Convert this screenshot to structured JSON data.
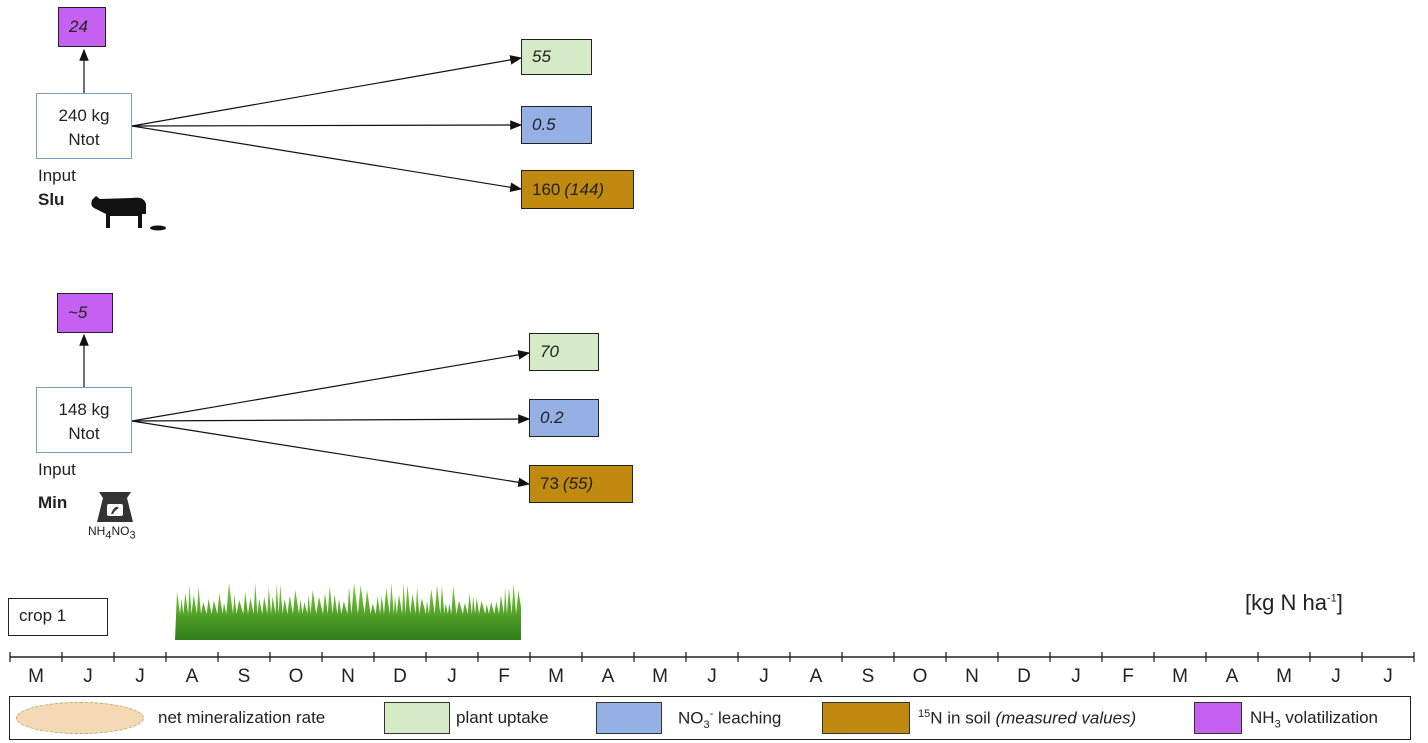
{
  "slurry": {
    "input_line1": "240 kg",
    "input_line2": "Ntot",
    "caption": "Input",
    "name": "Slu",
    "volatilization": "24",
    "uptake": "55",
    "leaching": "0.5",
    "soil_value": "160",
    "soil_measured": "(144)"
  },
  "mineral": {
    "input_line1": "148 kg",
    "input_line2": "Ntot",
    "caption": "Input",
    "name": "Min",
    "volatilization": "~5",
    "uptake": "70",
    "leaching": "0.2",
    "soil_value": "73",
    "soil_measured": "(55)",
    "fertilizer_label": "NH4NO3"
  },
  "crop_label": "crop 1",
  "unit_label": "[kg N ha-1]",
  "months": [
    "M",
    "J",
    "J",
    "A",
    "S",
    "O",
    "N",
    "D",
    "J",
    "F",
    "M",
    "A",
    "M",
    "J",
    "J",
    "A",
    "S",
    "O",
    "N",
    "D",
    "J",
    "F",
    "M",
    "A",
    "M",
    "J",
    "J"
  ],
  "legend": {
    "mineralization": "net mineralization rate",
    "uptake": "plant uptake",
    "leaching": "NO3- leaching",
    "soil": "15N in soil (measured values)",
    "volatilization": "NH3 volatilization"
  },
  "colors": {
    "volatilization": "#c660f0",
    "uptake": "#d5ebc7",
    "leaching": "#94b0e4",
    "soil": "#c08a10",
    "mineralization": "#f4d9b5"
  }
}
